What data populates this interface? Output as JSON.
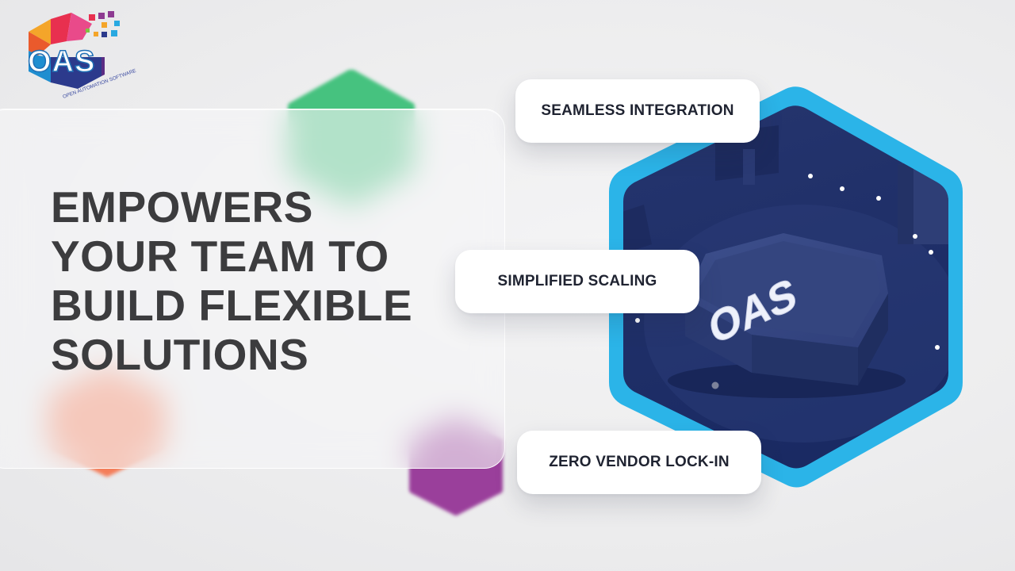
{
  "logo": {
    "wordmark": "OAS",
    "tagline": "OPEN AUTOMATION SOFTWARE"
  },
  "headline": {
    "lines": [
      "EMPOWERS",
      "YOUR TEAM TO",
      "BUILD FLEXIBLE",
      "SOLUTIONS"
    ]
  },
  "features": [
    {
      "label": "SEAMLESS INTEGRATION"
    },
    {
      "label": "SIMPLIFIED SCALING"
    },
    {
      "label": "ZERO VENDOR LOCK-IN"
    }
  ],
  "illustration": {
    "badge_text": "OAS"
  },
  "colors": {
    "background": "#ededee",
    "headline_text": "#3c3c3e",
    "pill_text": "#1f2331",
    "hex_border": "#2bb4e8",
    "hex_fill": "#1f2f6a",
    "blob_green": "#46c27f",
    "blob_orange": "#f47e5a",
    "blob_purple": "#9a3f9b"
  }
}
